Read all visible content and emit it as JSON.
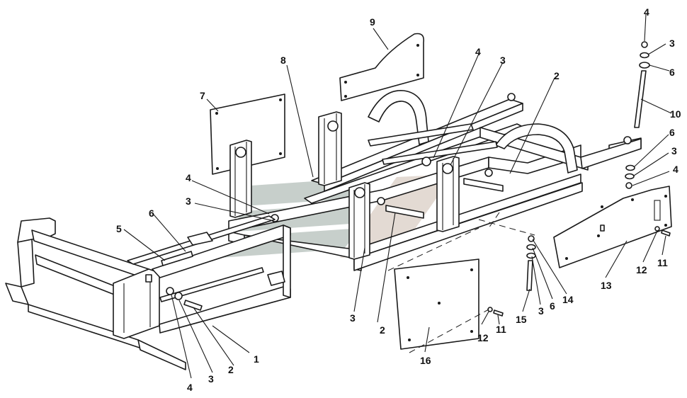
{
  "diagram": {
    "callouts": [
      "1",
      "2",
      "3",
      "4",
      "5",
      "6",
      "7",
      "8",
      "9",
      "10",
      "11",
      "12",
      "13",
      "14",
      "15",
      "16"
    ],
    "watermark_colors": [
      "#8c9c95",
      "#c9b8ad"
    ]
  }
}
